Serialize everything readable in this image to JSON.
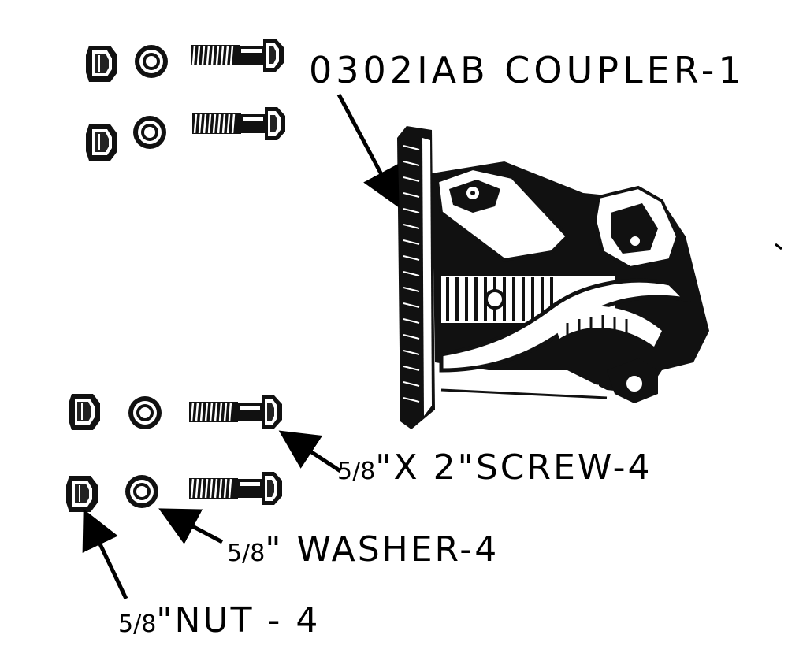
{
  "labels": {
    "coupler": "0302IAB COUPLER-1",
    "screw_fraction": "5/8",
    "screw_text": "\"X 2\"SCREW-4",
    "washer_fraction": "5/8",
    "washer_text": "\" WASHER-4",
    "nut_fraction": "5/8",
    "nut_text": "\"NUT - 4"
  },
  "parts": [
    {
      "name": "nut",
      "quantity": 4
    },
    {
      "name": "washer",
      "quantity": 4
    },
    {
      "name": "screw",
      "quantity": 4
    },
    {
      "name": "coupler",
      "quantity": 1
    }
  ]
}
